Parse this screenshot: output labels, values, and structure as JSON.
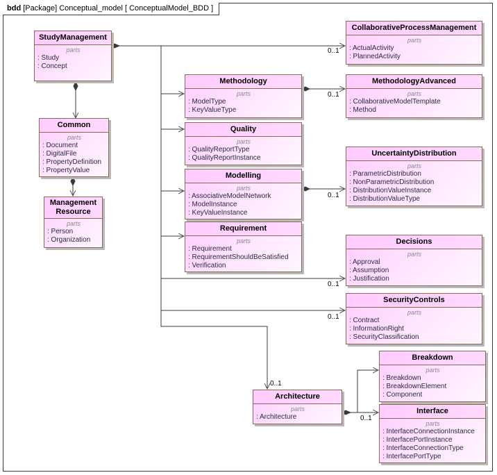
{
  "frame": {
    "kind": "bdd",
    "label": "[Package] Conceptual_model [ ConceptualModel_BDD ]"
  },
  "compartment_label": "parts",
  "blocks": {
    "study_management": {
      "name": "StudyManagement",
      "parts": [
        ": Study",
        ": Concept"
      ]
    },
    "common": {
      "name": "Common",
      "parts": [
        ": Document",
        ": DigitalFile",
        ": PropertyDefinition",
        ": PropertyValue"
      ]
    },
    "management_resource": {
      "name": "Management Resource",
      "parts": [
        ": Person",
        ": Organization"
      ]
    },
    "collaborative_process_management": {
      "name": "CollaborativeProcessManagement",
      "parts": [
        ": ActualActivity",
        ": PlannedActivity"
      ]
    },
    "methodology": {
      "name": "Methodology",
      "parts": [
        ": ModelType",
        ": KeyValueType"
      ]
    },
    "methodology_advanced": {
      "name": "MethodologyAdvanced",
      "parts": [
        ": CollaborativeModelTemplate",
        ": Method"
      ]
    },
    "quality": {
      "name": "Quality",
      "parts": [
        ": QualityReportType",
        ": QualityReportInstance"
      ]
    },
    "uncertainty_distribution": {
      "name": "UncertaintyDistribution",
      "parts": [
        ": ParametricDistribution",
        ": NonParametricDistribution",
        ": DistributionValueInstance",
        ": DistributionValueType"
      ]
    },
    "modelling": {
      "name": "Modelling",
      "parts": [
        ": AssociativeModelNetwork",
        ": ModelInstance",
        ": KeyValueInstance"
      ]
    },
    "requirement": {
      "name": "Requirement",
      "parts": [
        ": Requirement",
        ": RequirementShouldBeSatisfied",
        ": Verification"
      ]
    },
    "decisions": {
      "name": "Decisions",
      "parts": [
        ": Approval",
        ": Assumption",
        ": Justification"
      ]
    },
    "security_controls": {
      "name": "SecurityControls",
      "parts": [
        ": Contract",
        ": InformationRight",
        ": SecurityClassification"
      ]
    },
    "breakdown": {
      "name": "Breakdown",
      "parts": [
        ": Breakdown",
        ": BreakdownElement",
        ": Component"
      ]
    },
    "architecture": {
      "name": "Architecture",
      "parts": [
        ": Architecture"
      ]
    },
    "interface": {
      "name": "Interface",
      "parts": [
        ": InterfaceConnectionInstance",
        ": InterfacePortInstance",
        ": InterfaceConnectionType",
        ": InterfacePortType"
      ]
    }
  },
  "multiplicities": {
    "to_collaborative_process_management": "0..1",
    "to_methodology_advanced": "0..1",
    "to_uncertainty_distribution": "0..1",
    "to_decisions": "0..1",
    "to_security_controls": "0..1",
    "to_architecture": "0..1",
    "to_interface": "0..1"
  },
  "colors": {
    "block_fill": "#ffccff",
    "block_border": "#8b6a52",
    "edge": "#3a3a3a"
  }
}
